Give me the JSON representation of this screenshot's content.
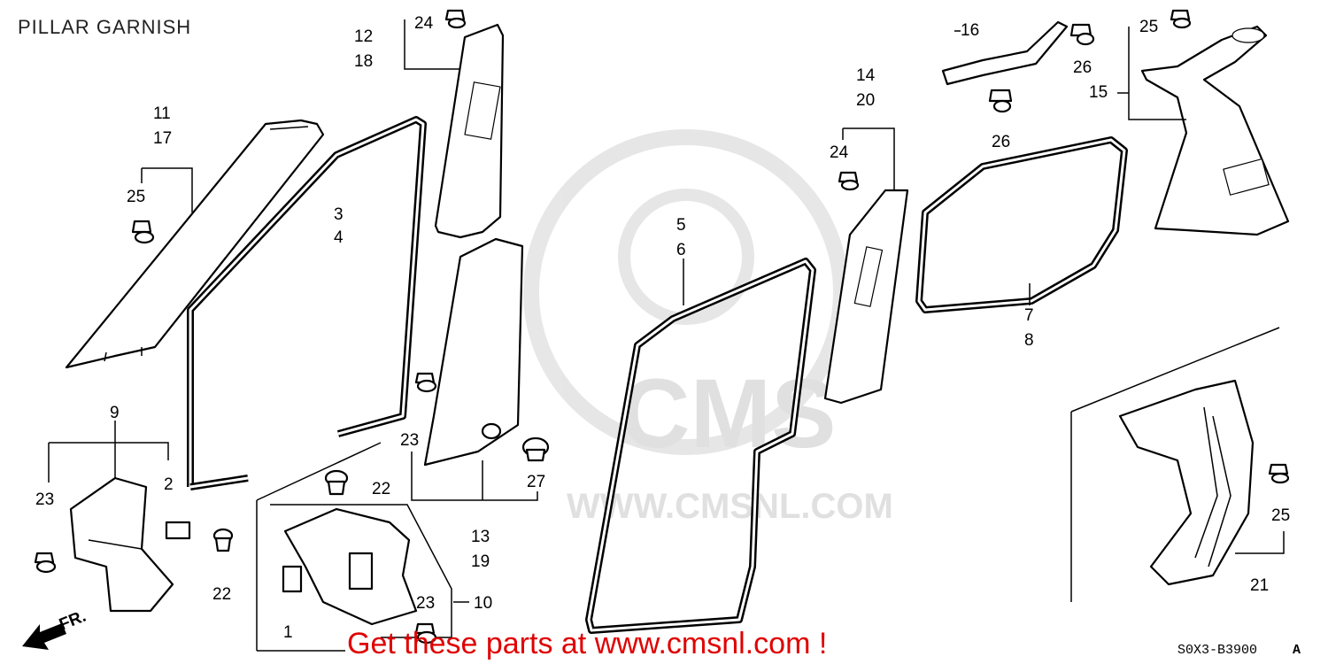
{
  "title": "PILLAR GARNISH",
  "diagram_code": "S0X3-B3900",
  "diagram_suffix": "A",
  "direction_label": "FR.",
  "promo": "Get these parts at www.cmsnl.com !",
  "watermark": {
    "brand": "CMS",
    "url": "WWW.CMSNL.COM"
  },
  "labels": {
    "l1": "1",
    "l2": "2",
    "l3": "3",
    "l4": "4",
    "l5": "5",
    "l6": "6",
    "l7": "7",
    "l8": "8",
    "l9": "9",
    "l10": "10",
    "l11": "11",
    "l12": "12",
    "l13": "13",
    "l14": "14",
    "l15": "15",
    "l16": "16",
    "l17": "17",
    "l18": "18",
    "l19": "19",
    "l20": "20",
    "l21": "21",
    "l22a": "22",
    "l22b": "22",
    "l23a": "23",
    "l23b": "23",
    "l23c": "23",
    "l24a": "24",
    "l24b": "24",
    "l25a": "25",
    "l25b": "25",
    "l25c": "25",
    "l26a": "26",
    "l26b": "26",
    "l27": "27"
  }
}
